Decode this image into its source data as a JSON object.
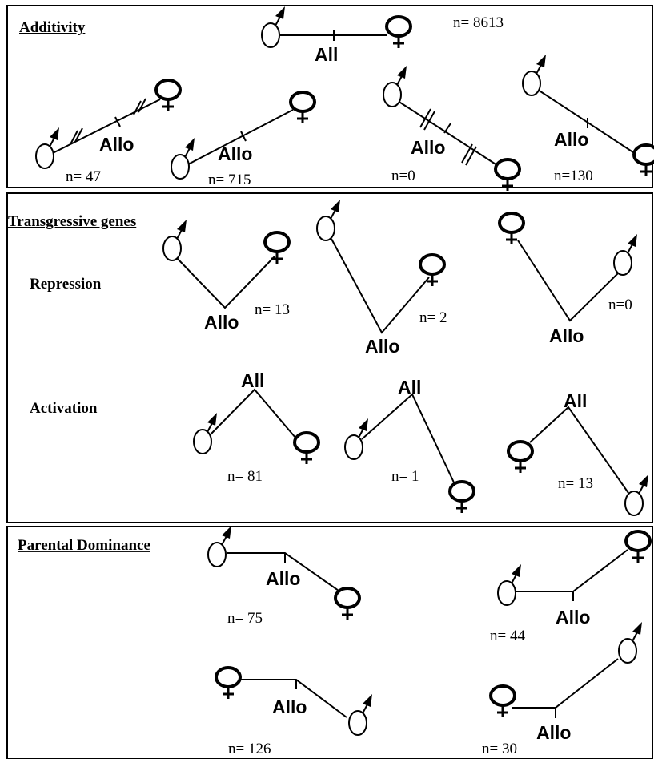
{
  "sections": {
    "additivity": {
      "title": "Additivity",
      "patterns": [
        {
          "hybrid_label": "All",
          "count": "n= 8613"
        },
        {
          "hybrid_label": "Allo",
          "count": "n= 47"
        },
        {
          "hybrid_label": "Allo",
          "count": "n= 715"
        },
        {
          "hybrid_label": "Allo",
          "count": "n=0"
        },
        {
          "hybrid_label": "Allo",
          "count": "n=130"
        }
      ]
    },
    "transgressive": {
      "title": "Transgressive genes",
      "repression": {
        "label": "Repression",
        "patterns": [
          {
            "hybrid_label": "Allo",
            "count": "n= 13"
          },
          {
            "hybrid_label": "Allo",
            "count": "n= 2"
          },
          {
            "hybrid_label": "Allo",
            "count": "n=0"
          }
        ]
      },
      "activation": {
        "label": "Activation",
        "patterns": [
          {
            "hybrid_label": "All",
            "count": "n= 81"
          },
          {
            "hybrid_label": "All",
            "count": "n= 1"
          },
          {
            "hybrid_label": "All",
            "count": "n= 13"
          }
        ]
      }
    },
    "dominance": {
      "title": "Parental Dominance",
      "patterns": [
        {
          "hybrid_label": "Allo",
          "count": "n= 75"
        },
        {
          "hybrid_label": "Allo",
          "count": "n= 44"
        },
        {
          "hybrid_label": "Allo",
          "count": "n= 126"
        },
        {
          "hybrid_label": "Allo",
          "count": "n= 30"
        }
      ]
    }
  },
  "symbols": {
    "male": "male-symbol-icon",
    "female": "female-symbol-icon"
  }
}
